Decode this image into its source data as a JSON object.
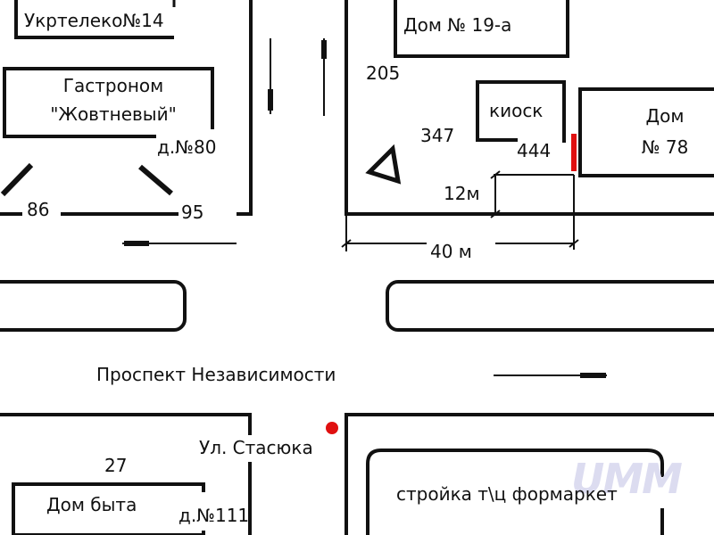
{
  "buildings": {
    "ukrtelecom": "Укртелеко№14",
    "house_19a": "Дом № 19-а",
    "gastronom_line1": "Гастроном",
    "gastronom_line2": "\"Жовтневый\"",
    "house_80": "д.№80",
    "kiosk": "киоск",
    "house_78_line1": "Дом",
    "house_78_line2": "№ 78",
    "dom_byta": "Дом быта",
    "house_111": "д.№111",
    "construction": "стройка т\\ц  формаркет"
  },
  "numbers": {
    "n205": "205",
    "n347": "347",
    "n444": "444",
    "n86": "86",
    "n95": "95",
    "n27": "27"
  },
  "dimensions": {
    "width": "40 м",
    "depth": "12м"
  },
  "streets": {
    "avenue": "Проспект Независимости",
    "street": "Ул. Стасюка"
  },
  "watermark": "UMM",
  "colors": {
    "marker": "#e01010",
    "lines": "#111111"
  }
}
